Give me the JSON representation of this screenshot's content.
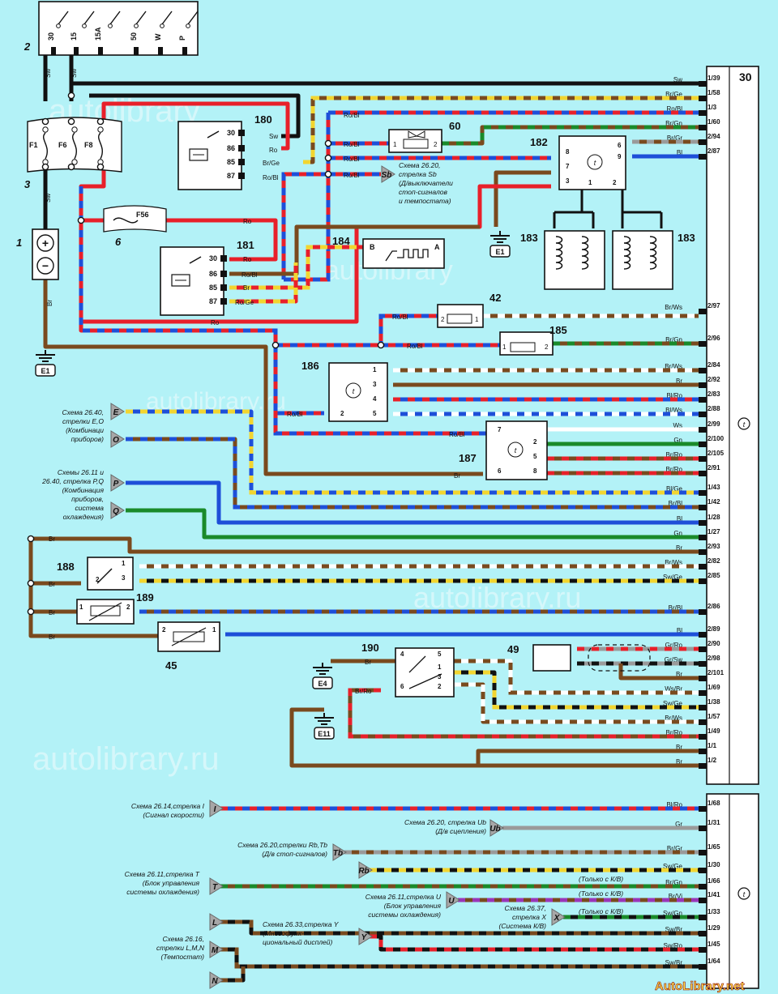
{
  "watermarks": [
    "autolibrary",
    "autolibrary",
    "autolibrary.ru",
    "autolibrary.ru",
    "autolibrary.ru"
  ],
  "logo": "AutoLibrary.net",
  "ignition_switch": {
    "id": "2",
    "terminals": [
      "30",
      "15",
      "15A",
      "50",
      "W",
      "P"
    ],
    "wire_labels": [
      "Sw",
      "Sw"
    ]
  },
  "fusebox": {
    "id": "3",
    "fuses": [
      "F1",
      "F6",
      "F8"
    ],
    "wire_label": "Sw"
  },
  "battery": {
    "id": "1",
    "plus": "+",
    "minus": "−",
    "wire_label": "Br"
  },
  "grounds": [
    "E1",
    "E1",
    "E4",
    "E11"
  ],
  "fuse_block": {
    "id": "6",
    "fuse": "F56"
  },
  "relay_180": {
    "id": "180",
    "pins": [
      "30",
      "86",
      "85",
      "87"
    ],
    "wires": [
      "Sw",
      "Ro",
      "Br/Ge",
      "Ro/Bl"
    ]
  },
  "relay_181": {
    "id": "181",
    "pins": [
      "30",
      "86",
      "85",
      "87"
    ],
    "wires": [
      "Ro",
      "Ro/Bl",
      "Br",
      "Ro/Ge"
    ]
  },
  "valve_60": {
    "id": "60",
    "pins": [
      "1",
      "2"
    ]
  },
  "sensor_182": {
    "id": "182",
    "pins": [
      "8",
      "7",
      "3",
      "1",
      "2",
      "6",
      "9"
    ],
    "left_wires": [
      "Ro/Bl",
      "Ro/Bl",
      "Ro/Bl"
    ]
  },
  "heaters_183": [
    "183",
    "183"
  ],
  "sensor_184": {
    "id": "184",
    "pins": [
      "B",
      "A"
    ]
  },
  "valve_42": {
    "id": "42",
    "pins": [
      "2",
      "1"
    ],
    "wire": "Ro/Bl"
  },
  "valve_185": {
    "id": "185",
    "pins": [
      "1",
      "2"
    ],
    "wire": "Ro/Bl"
  },
  "unit_186": {
    "id": "186",
    "pins": [
      "1",
      "3",
      "4",
      "5",
      "2"
    ],
    "wire": "Ro/Bl"
  },
  "unit_187": {
    "id": "187",
    "pins": [
      "7",
      "2",
      "5",
      "8",
      "6"
    ],
    "wires": [
      "Ro/Bl",
      "Br"
    ]
  },
  "switch_188": {
    "id": "188",
    "pins": [
      "1",
      "2",
      "3"
    ]
  },
  "sensor_189": {
    "id": "189",
    "pins": [
      "1",
      "2"
    ]
  },
  "sensor_45": {
    "id": "45",
    "pins": [
      "2",
      "1"
    ]
  },
  "switch_190": {
    "id": "190",
    "pins": [
      "4",
      "5",
      "1",
      "3",
      "2",
      "6"
    ],
    "wires": [
      "Br",
      "Br/Ro"
    ]
  },
  "sensor_49": {
    "id": "49"
  },
  "left_wire_labels": [
    "Ro",
    "Ro",
    "Br",
    "Br",
    "Br"
  ],
  "ref_arrows": {
    "Sb": {
      "letter": "Sb",
      "text": [
        "Схема 26.20,",
        "стрелка Sb",
        "(Д/выключатели",
        "стоп-сигналов",
        "и темпостата)"
      ]
    },
    "EO": {
      "letters": [
        "E",
        "O"
      ],
      "text": [
        "Схема 26.40,",
        "стрелки E,O",
        "(Комбинаци",
        "приборов)"
      ]
    },
    "PQ": {
      "letters": [
        "P",
        "Q"
      ],
      "text": [
        "Схемы 26.11 и",
        "26.40, стрелка P,Q",
        "(Комбинация",
        "приборов,",
        "система",
        "охлаждения)"
      ]
    }
  },
  "ecu": {
    "id": "30",
    "connectors": [
      {
        "pin": "1/39",
        "wire": "Sw"
      },
      {
        "pin": "1/58",
        "wire": "Br/Ge"
      },
      {
        "pin": "1/3",
        "wire": "Ro/Bl"
      },
      {
        "pin": "1/60",
        "wire": "Br/Gn"
      },
      {
        "pin": "2/94",
        "wire": "Br/Gr"
      },
      {
        "pin": "2/87",
        "wire": "Bl"
      },
      {
        "pin": "2/97",
        "wire": "Br/Ws"
      },
      {
        "pin": "2/96",
        "wire": "Br/Gn"
      },
      {
        "pin": "2/84",
        "wire": "Br/Ws"
      },
      {
        "pin": "2/92",
        "wire": "Br"
      },
      {
        "pin": "2/83",
        "wire": "Bl/Ro"
      },
      {
        "pin": "2/88",
        "wire": "Bl/Ws"
      },
      {
        "pin": "2/99",
        "wire": "Ws"
      },
      {
        "pin": "2/100",
        "wire": "Gn"
      },
      {
        "pin": "2/105",
        "wire": "Br/Ro"
      },
      {
        "pin": "2/91",
        "wire": "Br/Ro"
      },
      {
        "pin": "1/43",
        "wire": "Bl/Ge"
      },
      {
        "pin": "1/42",
        "wire": "Br/Bl"
      },
      {
        "pin": "1/28",
        "wire": "Bl"
      },
      {
        "pin": "1/27",
        "wire": "Gn"
      },
      {
        "pin": "2/93",
        "wire": "Br"
      },
      {
        "pin": "2/82",
        "wire": "Br/Ws"
      },
      {
        "pin": "2/85",
        "wire": "Sw/Ge"
      },
      {
        "pin": "2/86",
        "wire": "Br/Bl"
      },
      {
        "pin": "2/89",
        "wire": "Bl"
      },
      {
        "pin": "2/90",
        "wire": "Gr/Ro"
      },
      {
        "pin": "2/98",
        "wire": "Gr/Sw"
      },
      {
        "pin": "2/101",
        "wire": "Br"
      },
      {
        "pin": "1/69",
        "wire": "Ws/Br"
      },
      {
        "pin": "1/38",
        "wire": "Sw/Ge"
      },
      {
        "pin": "1/57",
        "wire": "Br/Ws"
      },
      {
        "pin": "1/49",
        "wire": "Br/Ro"
      },
      {
        "pin": "1/1",
        "wire": "Br"
      },
      {
        "pin": "1/2",
        "wire": "Br"
      }
    ],
    "bottom_connectors": [
      {
        "pin": "1/68",
        "wire": "Bl/Ro"
      },
      {
        "pin": "1/31",
        "wire": "Gr"
      },
      {
        "pin": "1/65",
        "wire": "Br/Gr"
      },
      {
        "pin": "1/30",
        "wire": "Sw/Ge"
      },
      {
        "pin": "1/66",
        "wire": "Br/Gn"
      },
      {
        "pin": "1/41",
        "wire": "Br/Vi"
      },
      {
        "pin": "1/33",
        "wire": "Sw/Gn"
      },
      {
        "pin": "1/29",
        "wire": "Sw/Br"
      },
      {
        "pin": "1/45",
        "wire": "Sw/Ro"
      },
      {
        "pin": "1/64",
        "wire": "Sw/Br"
      }
    ]
  },
  "bottom_refs": [
    {
      "letter": "I",
      "text": [
        "Схема 26.14,стрелка I",
        "(Сигнал скорости)"
      ]
    },
    {
      "letter": "Ub",
      "text": [
        "Схема 26.20, стрелка Ub",
        "(Д/в сцепления)"
      ]
    },
    {
      "letter": "Tb",
      "text": [
        "Схема 26.20,стрелки Rb,Tb",
        "(Д/в стоп-сигналов)"
      ]
    },
    {
      "letter": "Rb",
      "text": []
    },
    {
      "letter": "T",
      "text": [
        "Схема 26.11,стрелка T",
        "(Блок управления",
        "системы охлаждения)"
      ]
    },
    {
      "letter": "U",
      "text": [
        "Схема 26.11,стрелка U",
        "(Блок управления",
        "системы охлаждения)"
      ]
    },
    {
      "letter": "X",
      "text": [
        "Схема 26.37,",
        "стрелка X",
        "(Система К/В)"
      ]
    },
    {
      "letter": "Y",
      "text": [
        "Схема 26.33,стрелка Y",
        "(Многофунк-",
        "циональный дисплей)"
      ]
    },
    {
      "letter": "L",
      "text": [
        "Схема 26.16,",
        "стрелки L,M,N",
        "(Темпостат)"
      ]
    },
    {
      "letter": "M",
      "text": []
    },
    {
      "letter": "N",
      "text": []
    }
  ],
  "notes": [
    "(Только с К/В)",
    "(Только с К/В)",
    "(Только с К/В)"
  ]
}
